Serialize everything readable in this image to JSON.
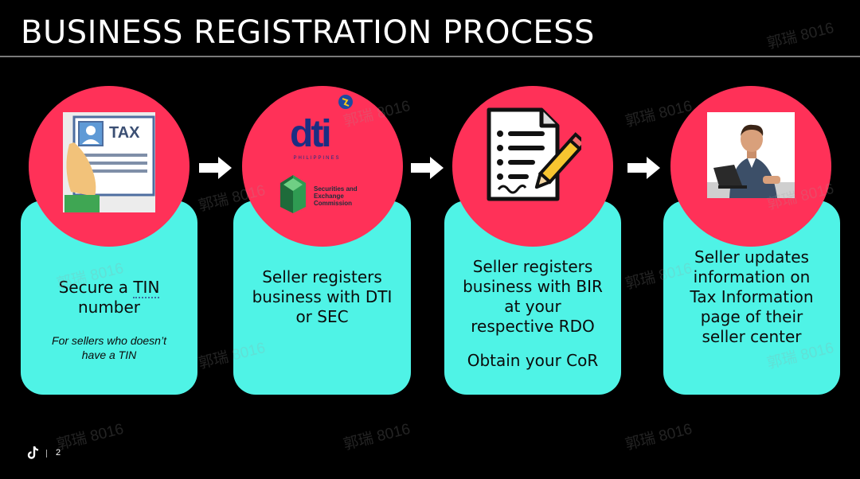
{
  "title": "BUSINESS REGISTRATION PROCESS",
  "steps": [
    {
      "line1": "Secure a ",
      "line1_underlined": "TIN",
      "line2": "number",
      "note_line1": "For sellers who doesn’t",
      "note_line2": "have a TIN",
      "icon": "tax-id-card-icon",
      "icon_text": "TAX"
    },
    {
      "lines": [
        "Seller registers",
        "business with DTI",
        "or SEC"
      ],
      "icon": "dti-sec-logos-icon",
      "logo_dti": "dti",
      "logo_dti_sub": "PHILIPPINES",
      "logo_sec_1": "Securities and",
      "logo_sec_2": "Exchange",
      "logo_sec_3": "Commission"
    },
    {
      "lines": [
        "Seller registers",
        "business with BIR",
        "at your",
        "respective RDO"
      ],
      "extra": "Obtain your CoR",
      "icon": "document-pencil-icon"
    },
    {
      "lines": [
        "Seller updates",
        "information on",
        "Tax Information",
        "page of their",
        "seller center"
      ],
      "icon": "person-laptop-icon"
    }
  ],
  "watermark": "郭瑞 8016",
  "footer": {
    "page": "2",
    "logo": "tiktok-logo"
  },
  "colors": {
    "background": "#000000",
    "card": "#4ff3e6",
    "circle": "#ff3158",
    "arrow": "#ffffff"
  }
}
